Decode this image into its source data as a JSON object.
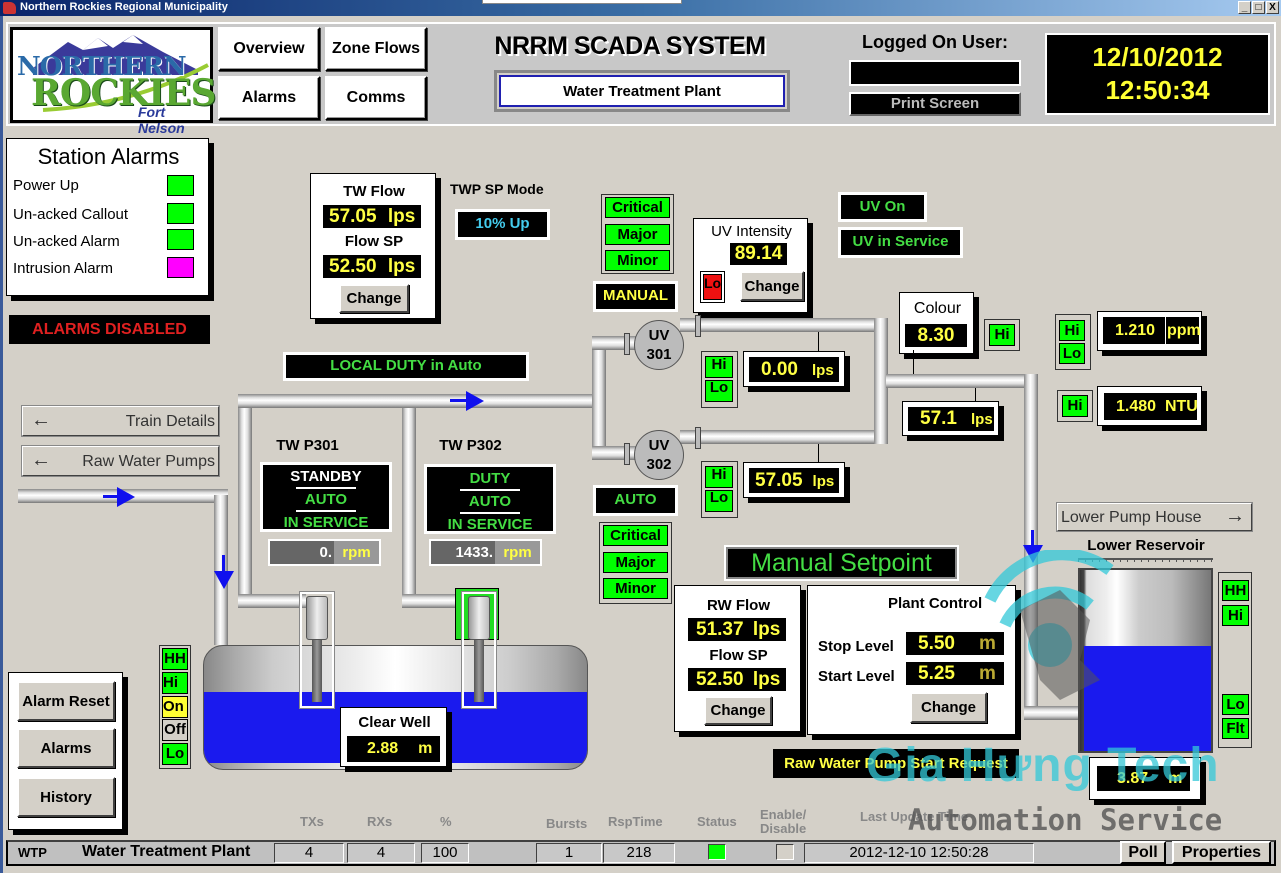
{
  "window": {
    "title": "Northern Rockies Regional Municipality",
    "controls": [
      "_",
      "□",
      "X"
    ]
  },
  "header": {
    "logo": {
      "line1": "NORTHERN",
      "line2": "ROCKIES",
      "line3": "Fort Nelson"
    },
    "nav": {
      "overview": "Overview",
      "zone_flows": "Zone Flows",
      "alarms": "Alarms",
      "comms": "Comms"
    },
    "system_title": "NRRM SCADA SYSTEM",
    "plant_name": "Water Treatment Plant",
    "logged_on_label": "Logged On User:",
    "logged_on_user": "",
    "print_screen": "Print Screen",
    "date": "12/10/2012",
    "time": "12:50:34"
  },
  "station_alarms": {
    "title": "Station Alarms",
    "items": [
      {
        "label": "Power Up",
        "color": "#00ff00"
      },
      {
        "label": "Un-acked Callout",
        "color": "#00ff00"
      },
      {
        "label": "Un-acked Alarm",
        "color": "#00ff00"
      },
      {
        "label": "Intrusion Alarm",
        "color": "#ff00ff"
      }
    ],
    "alarms_disabled": "ALARMS DISABLED"
  },
  "tw_flow": {
    "label": "TW Flow",
    "value": "57.05",
    "unit": "lps",
    "sp_label": "Flow SP",
    "sp_value": "52.50",
    "sp_unit": "lps",
    "change": "Change"
  },
  "twp_sp_mode": {
    "label": "TWP SP Mode",
    "value": "10% Up"
  },
  "uv_alarms_top": {
    "critical": "Critical",
    "major": "Major",
    "minor": "Minor",
    "mode": "MANUAL"
  },
  "uv_intensity": {
    "label": "UV Intensity",
    "value": "89.14",
    "lo": "Lo",
    "change": "Change"
  },
  "uv_status": {
    "on": "UV On",
    "in_service": "UV in Service"
  },
  "colour": {
    "label": "Colour",
    "value": "8.30",
    "hi": "Hi"
  },
  "chlorine": {
    "hi": "Hi",
    "lo": "Lo",
    "value": "1.210",
    "unit": "ppm"
  },
  "turbidity": {
    "hi": "Hi",
    "value": "1.480",
    "unit": "NTU"
  },
  "local_duty": "LOCAL DUTY in Auto",
  "nav_links": {
    "train_details": "Train Details",
    "raw_water_pumps": "Raw Water Pumps",
    "lower_pump_house": "Lower Pump House"
  },
  "pumps": [
    {
      "name": "TW P301",
      "state": "STANDBY",
      "mode": "AUTO",
      "service": "IN SERVICE",
      "rpm": "0.",
      "rpm_unit": "rpm",
      "running": false
    },
    {
      "name": "TW P302",
      "state": "DUTY",
      "mode": "AUTO",
      "service": "IN SERVICE",
      "rpm": "1433.",
      "rpm_unit": "rpm",
      "running": true
    }
  ],
  "uv_units": [
    {
      "name": "UV",
      "num": "301",
      "hi": "Hi",
      "lo": "Lo",
      "flow": "0.00",
      "unit": "lps"
    },
    {
      "name": "UV",
      "num": "302",
      "hi": "Hi",
      "lo": "Lo",
      "flow": "57.05",
      "unit": "lps"
    }
  ],
  "combined_flow": {
    "value": "57.1",
    "unit": "lps"
  },
  "uv_alarms_bottom": {
    "mode": "AUTO",
    "critical": "Critical",
    "major": "Major",
    "minor": "Minor"
  },
  "manual_setpoint": "Manual Setpoint",
  "rw_flow": {
    "label": "RW Flow",
    "value": "51.37",
    "unit": "lps",
    "sp_label": "Flow SP",
    "sp_value": "52.50",
    "sp_unit": "lps",
    "change": "Change"
  },
  "plant_control": {
    "title": "Plant Control",
    "stop_label": "Stop Level",
    "stop_value": "5.50",
    "stop_unit": "m",
    "start_label": "Start Level",
    "start_value": "5.25",
    "start_unit": "m",
    "change": "Change"
  },
  "raw_water_request": "Raw Water Pump Start Request",
  "clear_well": {
    "label": "Clear Well",
    "value": "2.88",
    "unit": "m",
    "level_fraction": 0.58,
    "tags": {
      "hh": "HH",
      "hi": "Hi",
      "on": "On",
      "off": "Off",
      "lo": "Lo"
    }
  },
  "lower_reservoir": {
    "label": "Lower Reservoir",
    "value": "3.87",
    "unit": "m",
    "level_fraction": 0.58,
    "tags": {
      "hh": "HH",
      "hi": "Hi",
      "lo": "Lo",
      "flt": "Flt"
    }
  },
  "side_buttons": {
    "alarm_reset": "Alarm Reset",
    "alarms": "Alarms",
    "history": "History"
  },
  "status_bar": {
    "headers": {
      "txs": "TXs",
      "rxs": "RXs",
      "pct": "%",
      "bursts": "Bursts",
      "rsptime": "RspTime",
      "status": "Status",
      "enable": "Enable/",
      "disable": "Disable",
      "last_update": "Last Update Time"
    },
    "code": "WTP",
    "name": "Water Treatment Plant",
    "txs": "4",
    "rxs": "4",
    "pct": "100",
    "bursts": "1",
    "rsptime": "218",
    "status_color": "#00ff00",
    "enabled": false,
    "last_update": "2012-12-10 12:50:28",
    "poll": "Poll",
    "properties": "Properties"
  },
  "watermark": {
    "line1": "Gia Hưng Tech",
    "line2": "Automation Service"
  }
}
